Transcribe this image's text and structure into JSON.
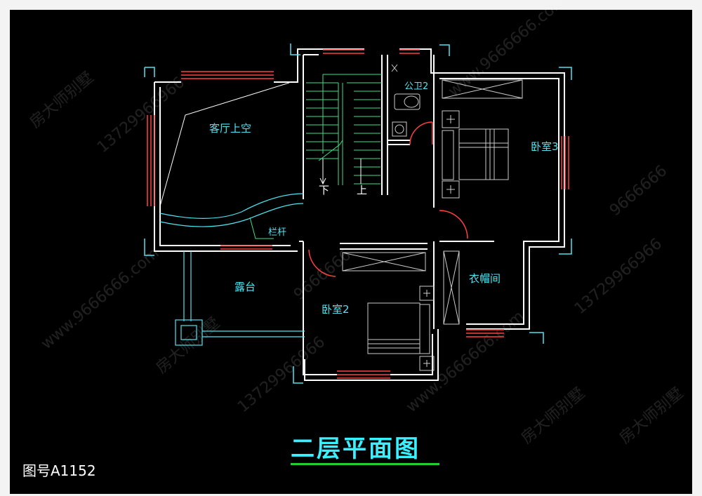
{
  "rooms": {
    "living_void": "客厅上空",
    "public_bath": "公卫2",
    "bedroom3": "卧室3",
    "railing": "栏杆",
    "terrace": "露台",
    "bedroom2": "卧室2",
    "wardrobe": "衣帽间",
    "stair_down": "下",
    "stair_up": "上"
  },
  "title": "二层平面图",
  "drawing_number": "图号A1152",
  "watermarks": [
    "房大师别墅",
    "13729966966",
    "www.9666666.com",
    "9666666"
  ],
  "colors": {
    "wall": "#ffffff",
    "window": "#ff4040",
    "stair": "#3fe08a",
    "furniture": "#cccccc",
    "cyan": "#4fe3f0",
    "background": "#000000"
  }
}
